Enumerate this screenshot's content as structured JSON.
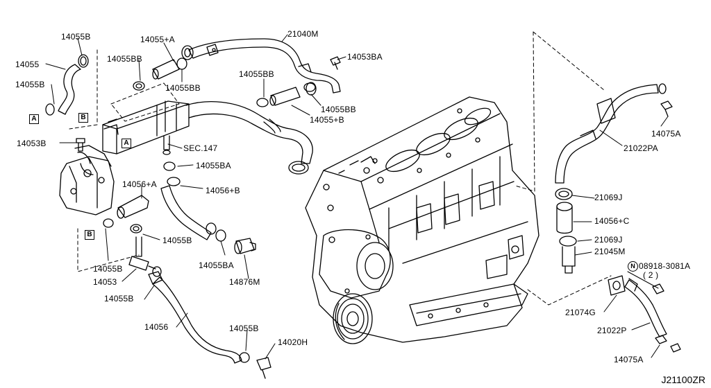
{
  "labels": {
    "p14055B_top": "14055B",
    "p14055": "14055",
    "p14055B_left": "14055B",
    "p14053B": "14053B",
    "p14055A": "14055+A",
    "p14055BB_1": "14055BB",
    "p14055BB_2": "14055BB",
    "p21040M": "21040M",
    "p14053BA": "14053BA",
    "p14055BB_3": "14055BB",
    "p14055BB_4": "14055BB",
    "p14055_B": "14055+B",
    "sec147": "SEC.147",
    "p14055BA_1": "14055BA",
    "p14056A": "14056+A",
    "p14056B": "14056+B",
    "p14055B_mid": "14055B",
    "p14055B_low": "14055B",
    "p14053": "14053",
    "p14055BA_2": "14055BA",
    "p14876M": "14876M",
    "p14055B_bot": "14055B",
    "p14056": "14056",
    "p14055B_btm": "14055B",
    "p14020H": "14020H",
    "p14075A_top": "14075A",
    "p21022PA": "21022PA",
    "p21069J_1": "21069J",
    "p14056C": "14056+C",
    "p21069J_2": "21069J",
    "p21045M": "21045M",
    "p08918": "08918-3081A",
    "qty2": "( 2 )",
    "p21074G": "21074G",
    "p21022P": "21022P",
    "p14075A_bot": "14075A"
  },
  "markers": {
    "A1": "A",
    "A2": "A",
    "B1": "B",
    "B2": "B",
    "N": "N"
  },
  "diagram_code": "J21100ZR"
}
